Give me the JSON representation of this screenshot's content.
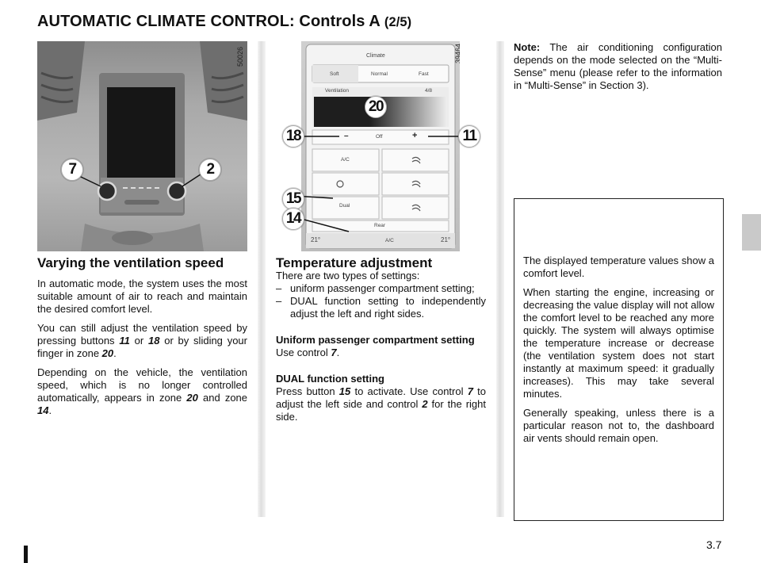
{
  "header": {
    "title": "AUTOMATIC CLIMATE CONTROL: Controls A",
    "part": "(2/5)"
  },
  "figures": {
    "dashboard": {
      "ref": "50026",
      "callouts": [
        "7",
        "2"
      ]
    },
    "climate_screen": {
      "ref": "39464",
      "screen_title": "Climate",
      "modes": [
        "Soft",
        "Normal",
        "Fast"
      ],
      "ventilation_label": "Ventilation",
      "ventilation_level": "4/8",
      "minus": "–",
      "off": "Off",
      "plus": "+",
      "ac": "A/C",
      "dual": "Dual",
      "rear": "Rear",
      "temp_left": "21°",
      "temp_right": "21°",
      "bottom_ac": "A/C",
      "callouts": {
        "c20": "20",
        "c18": "18",
        "c11": "11",
        "c15": "15",
        "c14": "14"
      }
    }
  },
  "col1": {
    "heading": "Varying the ventilation speed",
    "p1": "In automatic mode, the system uses the most suitable amount of air to reach and maintain the desired comfort level.",
    "p2": {
      "a": "You can still adjust the ventilation speed by pressing buttons ",
      "n1": "11",
      "b": " or ",
      "n2": "18",
      "c": " or by sliding your finger in zone ",
      "n3": "20",
      "d": "."
    },
    "p3": {
      "a": "Depending on the vehicle, the ventilation speed, which is no longer controlled automatically, appears in zone ",
      "n1": "20",
      "b": " and zone ",
      "n2": "14",
      "c": "."
    }
  },
  "col2": {
    "heading": "Temperature adjustment",
    "intro": "There are two types of settings:",
    "items": [
      "uniform passenger compartment setting;",
      "DUAL function setting to independently adjust the left and right sides."
    ],
    "uniform": {
      "heading": "Uniform passenger compartment setting",
      "a": "Use control ",
      "n1": "7",
      "b": "."
    },
    "dual": {
      "heading": "DUAL function setting",
      "a": "Press button ",
      "n1": "15",
      "b": " to activate. Use control ",
      "n2": "7",
      "c": " to adjust the left side and control ",
      "n3": "2",
      "d": " for the right side."
    }
  },
  "col3": {
    "note_label": "Note:",
    "note_text": " The air conditioning configuration depends on the mode selected on the “Multi-Sense” menu (please refer to the information in “Multi-Sense” in Section 3).",
    "box": {
      "p1": "The displayed temperature values show a comfort level.",
      "p2": "When starting the engine, increasing or decreasing the value display will not allow the comfort level to be reached any more quickly. The system will always optimise the temperature increase or decrease (the ventilation system does not start instantly at maximum speed: it gradually increases). This may take several minutes.",
      "p3": "Generally speaking, unless there is a particular reason not to, the dashboard air vents should remain open."
    }
  },
  "footer": {
    "page_number": "3.7"
  }
}
